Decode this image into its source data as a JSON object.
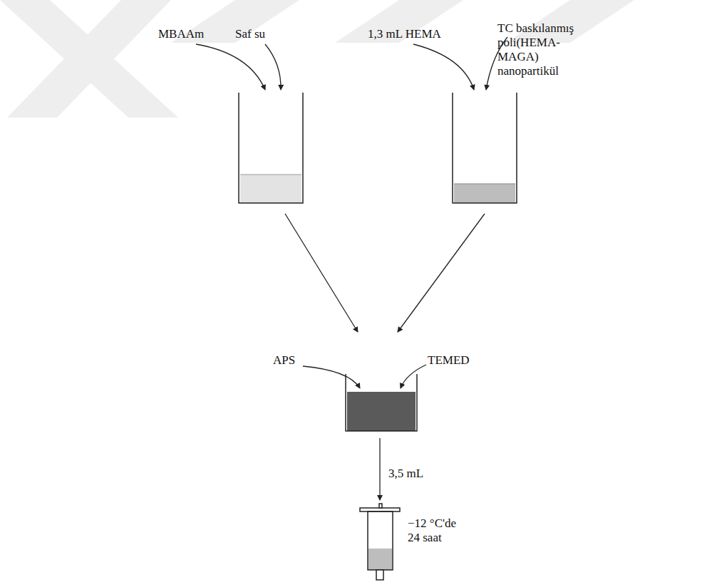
{
  "diagram": {
    "labels": [
      "MBAAm",
      "Saf su",
      "1,3 mL HEMA",
      "TC baskılanmış poli(HEMA-MAGA) nanopartikül",
      "APS",
      "TEMED",
      "3,5 mL",
      "−12 °C'de 24 saat"
    ]
  }
}
